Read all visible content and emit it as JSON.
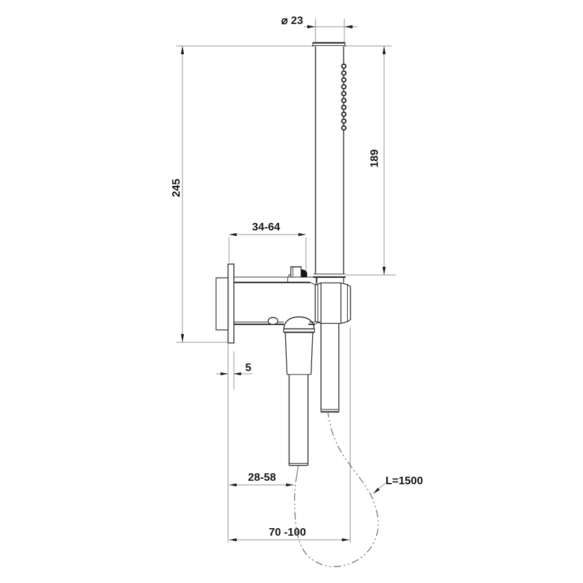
{
  "drawing": {
    "subject": "Technical dimension drawing of a wall-mounted mixer with hand shower and hose",
    "background_color": "#ffffff",
    "colors": {
      "object_line": "#2c2c2c",
      "dimension_line": "#919191",
      "arrowhead": "#1c1c1c",
      "text": "#141414",
      "hose_line": "#7b7b7b"
    },
    "spray_nozzle_count": 10,
    "dimensions": {
      "handle_diameter": "⌀ 23",
      "handle_length": "189",
      "overall_height": "245",
      "upper_depth_range": "34-64",
      "plate_thickness": "5",
      "lower_depth_range": "28-58",
      "overall_depth_range": "70 -100",
      "hose_length": "L=1500"
    }
  }
}
